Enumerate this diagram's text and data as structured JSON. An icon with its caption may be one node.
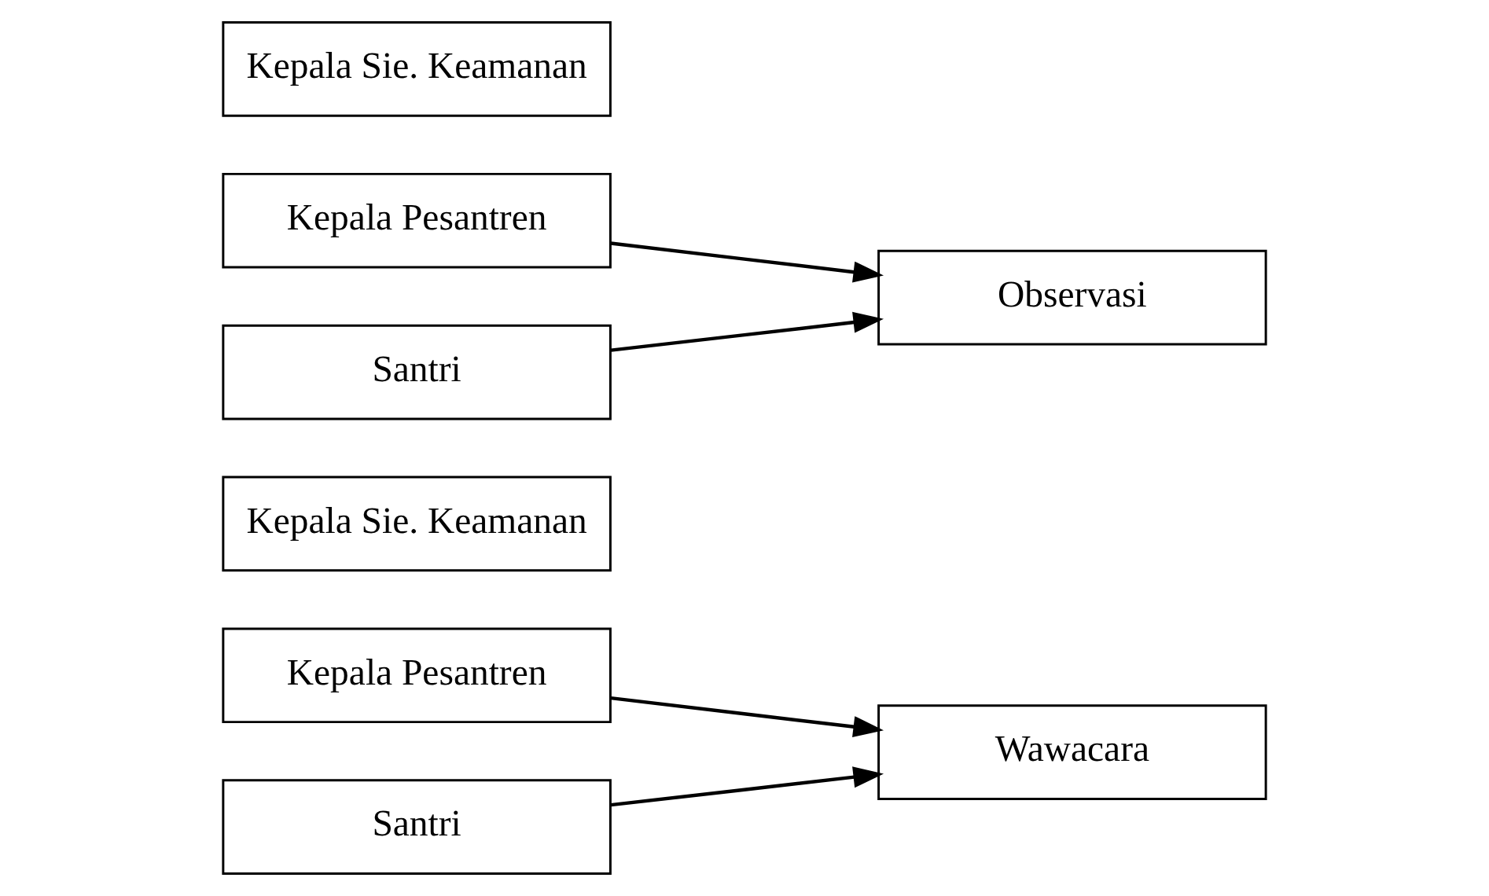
{
  "diagram": {
    "nodes": [
      {
        "text": [
          "Kepala Pesantren"
        ]
      },
      {
        "text": [
          "Kepala Sie. Keamanan"
        ]
      },
      {
        "text": [
          "Santri"
        ]
      },
      {
        "text": [
          "Wawacara"
        ]
      },
      {
        "text": [
          "Kepala Pesantren"
        ]
      },
      {
        "text": [
          "Kepala Sie. Keamanan"
        ]
      },
      {
        "text": [
          "Santri"
        ]
      },
      {
        "text": [
          "Observasi"
        ]
      }
    ],
    "edges": [
      {
        "from": 0,
        "to": 3,
        "arrow": "to"
      },
      {
        "from": 2,
        "to": 3,
        "arrow": "to"
      },
      {
        "from": 4,
        "to": 7,
        "arrow": "to"
      },
      {
        "from": 6,
        "to": 7,
        "arrow": "to"
      }
    ]
  }
}
